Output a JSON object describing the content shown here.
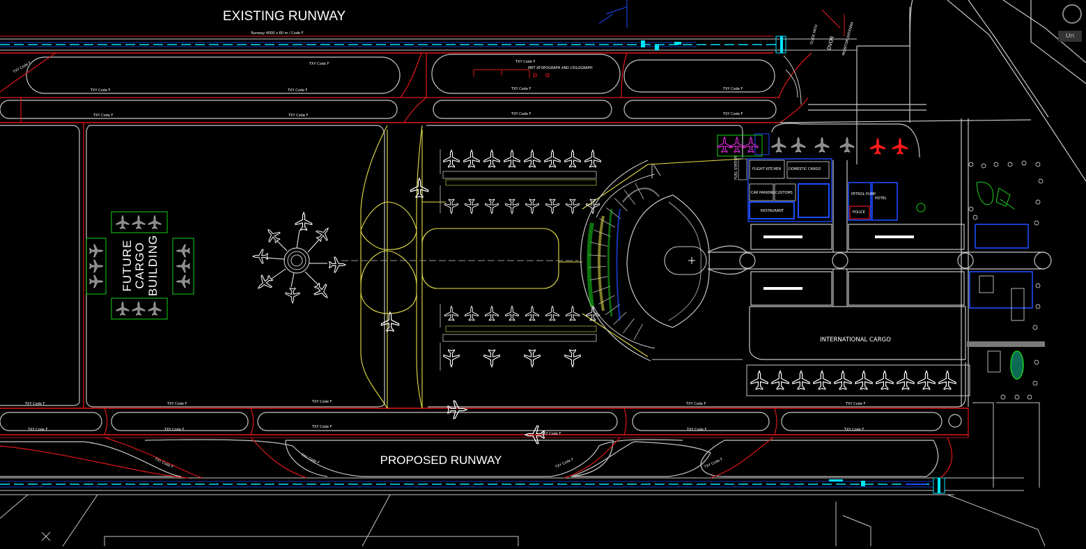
{
  "labels": {
    "existing_runway": "EXISTING RUNWAY",
    "proposed_runway": "PROPOSED RUNWAY",
    "runway_spec": "Runway 4000 x 60 m / Code F",
    "future_cargo": [
      "FUTURE",
      "CARGO",
      "BUILDING"
    ],
    "international_cargo": "INTERNATIONAL  CARGO",
    "txy_code_f": "TXY Code F",
    "met": "MET ATOPOGRAPH  AND CEILOGRAPH",
    "dvor": "DVOR",
    "glide_path": "GLIDE PATH",
    "monitor_antenna": "MONITOR ANTENNA",
    "fuel": "FUEL STATION",
    "buildings": [
      "FLIGHT KITCHEN",
      "DOMESTIC CARGO",
      "CAR PARKING",
      "CUSTOMS",
      "HOTEL",
      "RESTAURANT",
      "PETROL PUMP",
      "POLICE"
    ]
  },
  "ui": {
    "view_cube_label": "Un"
  },
  "colors": {
    "red": "#e01818",
    "cyan": "#00e5ff",
    "white": "#ffffff",
    "grey": "#9a9a9a",
    "yellow": "#e8e24a",
    "green": "#19d119",
    "blue": "#1c4cff",
    "magenta": "#ff33ff"
  }
}
